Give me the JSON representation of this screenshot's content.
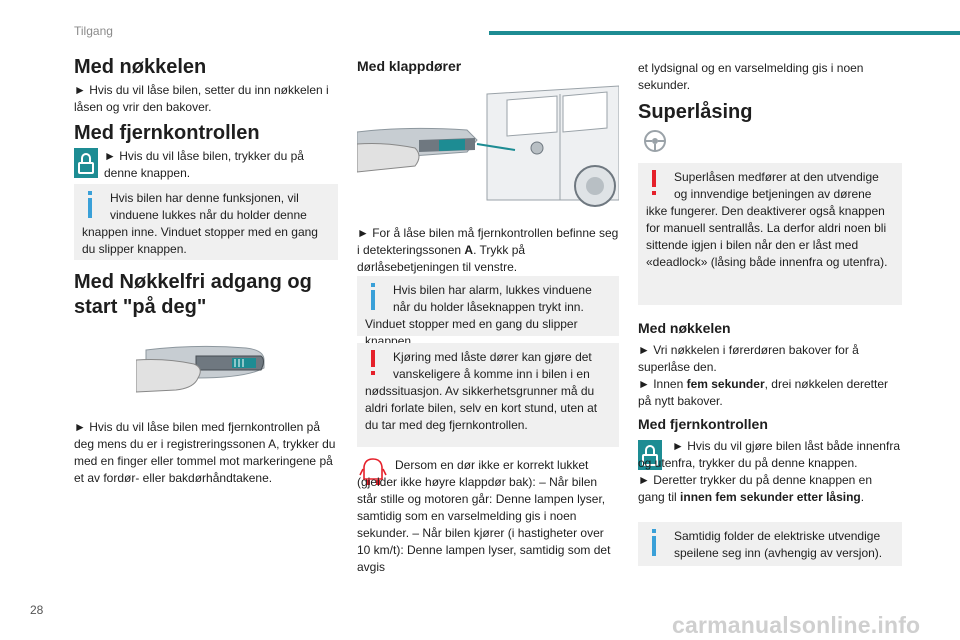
{
  "header": {
    "title": "Tilgang"
  },
  "page_number": "28",
  "watermark": "carmanualsonline.info",
  "colors": {
    "accent": "#1d8c93",
    "info": "#3aa0d8",
    "warning": "#e5202a",
    "box_bg": "#f0f0f0"
  },
  "col1": {
    "h_key": "Med nøkkelen",
    "p_key": "► Hvis du vil låse bilen, setter du inn nøkkelen i låsen og vrir den bakover.",
    "h_remote": "Med fjernkontrollen",
    "p_remote": "► Hvis du vil låse bilen, trykker du på denne knappen.",
    "info_remote": "Hvis bilen har denne funksjonen, vil vinduene lukkes når du holder denne knappen inne. Vinduet stopper med en gang du slipper knappen.",
    "h_keyless_1": "Med Nøkkelfri adgang og",
    "h_keyless_2": "start \"på deg\"",
    "p_keyless": "► Hvis du vil låse bilen med fjernkontrollen på deg mens du er i registreringssonen A, trykker du med en finger eller tommel mot markeringene på et av fordør- eller bakdørhåndtakene."
  },
  "col2": {
    "h_flap": "Med klappdører",
    "p_flap_1": "► For å låse bilen må fjernkontrollen befinne seg i detekteringssonen ",
    "p_flap_a": "A",
    "p_flap_2": ". Trykk på dørlåsebetjeningen til venstre.",
    "info_alarm": "Hvis bilen har alarm, lukkes vinduene når du holder låseknappen trykt inn. Vinduet stopper med en gang du slipper knappen.",
    "warn_drive": "Kjøring med låste dører kan gjøre det vanskeligere å komme inn i bilen i en nødssituasjon. Av sikkerhetsgrunner må du aldri forlate bilen, selv en kort stund, uten at du tar med deg fjernkontrollen.",
    "door_note": "Dersom en dør ikke er korrekt lukket (gjelder ikke høyre klappdør bak): – Når bilen står stille og motoren går: Denne lampen lyser, samtidig som en varselmelding gis i noen sekunder. – Når bilen kjører (i hastigheter over 10 km/t): Denne lampen lyser, samtidig som det avgis"
  },
  "col3": {
    "p_cont": "et lydsignal og en varselmelding gis i noen sekunder.",
    "h_super": "Superlåsing",
    "warn_super": "Superlåsen medfører at den utvendige og innvendige betjeningen av dørene ikke fungerer. Den deaktiverer også knappen for manuell sentrallås. La derfor aldri noen bli sittende igjen i bilen når den er låst med «deadlock» (låsing både innenfra og utenfra).",
    "h_key": "Med nøkkelen",
    "p_key_1": "► Vri nøkkelen i førerdøren bakover for å superlåse den.",
    "p_key_2a": "► Innen ",
    "p_key_2b": "fem sekunder",
    "p_key_2c": ", drei nøkkelen deretter på nytt bakover.",
    "h_remote": "Med fjernkontrollen",
    "p_remote_1": "► Hvis du vil gjøre bilen låst både innenfra og utenfra, trykker du på denne knappen.",
    "p_remote_2a": "► Deretter trykker du på denne knappen en gang til ",
    "p_remote_2b": "innen fem sekunder etter låsing",
    "p_remote_2c": ".",
    "info_mirror": "Samtidig folder de elektriske utvendige speilene seg inn (avhengig av versjon)."
  }
}
